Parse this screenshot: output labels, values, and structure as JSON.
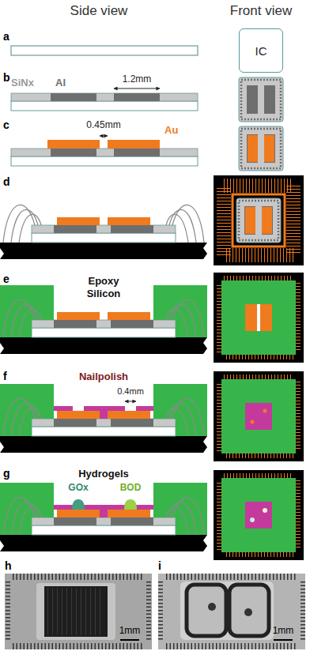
{
  "diagram": {
    "nodes": [
      {
        "text": [
          "IC"
        ]
      }
    ],
    "labels": [
      "Side view",
      "Front view",
      "a",
      "b",
      "SiNx",
      "Al",
      "1.2mm",
      "c",
      "0.45mm",
      "Au",
      "d",
      "e",
      "Epoxy",
      "Silicon",
      "f",
      "Nailpolish",
      "0.4mm",
      "g",
      "Hydrogels",
      "GOx",
      "BOD",
      "h",
      "1mm",
      "i",
      "1mm"
    ]
  }
}
